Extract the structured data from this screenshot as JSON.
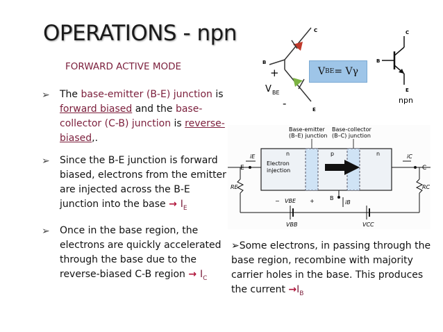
{
  "title": "OPERATIONS - npn",
  "subtitle": "FORWARD ACTIVE MODE",
  "bullet1": {
    "t1": "The ",
    "t2": "base-emitter (B-E) junction",
    "t3": " is ",
    "t4": "forward biased",
    "t5": " and the ",
    "t6": "base-collector (C-B) junction",
    "t7": " is ",
    "t8": "reverse-biased",
    "t9": ",."
  },
  "bullet2": {
    "text": "Since the B-E junction is forward biased, electrons from the emitter are injected across the B-E junction into the base ",
    "arrow": "→ ",
    "sym": "I",
    "sub": "E"
  },
  "bullet3": {
    "text": "Once in the base region, the electrons are quickly accelerated through the base due to the reverse-biased C-B region ",
    "arrow": "→ ",
    "sym": "I",
    "sub": "C"
  },
  "note": {
    "text": "Some electrons, in passing through the base region, recombine with majority carrier holes in the base. This produces the current ",
    "arrow": "→",
    "sym": "I",
    "sub": "B"
  },
  "vbe_box": {
    "lhs": "V",
    "lhs_sub": "BE",
    "rhs": " = Vγ"
  },
  "symbol1": {
    "c": "C",
    "b": "B",
    "e": "E",
    "plus": "+",
    "minus": "-",
    "v": "V",
    "v_sub": "BE"
  },
  "symbol2": {
    "c": "C",
    "b": "B",
    "e": "E",
    "caption": "npn"
  },
  "circuit": {
    "be_label1": "Base-emitter",
    "be_label2": "(B–E) junction",
    "bc_label1": "Base-collector",
    "bc_label2": "(B–C) junction",
    "n1": "n",
    "p": "p",
    "n2": "n",
    "electron1": "Electron",
    "electron2": "injection",
    "e": "E",
    "c": "C",
    "b": "B",
    "ie": "iE",
    "ic": "iC",
    "ib": "iB",
    "re": "RE",
    "rc": "RC",
    "vbe": "VBE",
    "vbb": "VBB",
    "vcc": "VCC",
    "minus": "−",
    "plus": "+"
  },
  "colors": {
    "maroon": "#7b1e3b",
    "arrow": "#b0143a",
    "box": "#9ec5e8",
    "diode_red": "#c0392b",
    "diode_green": "#7cb342"
  }
}
